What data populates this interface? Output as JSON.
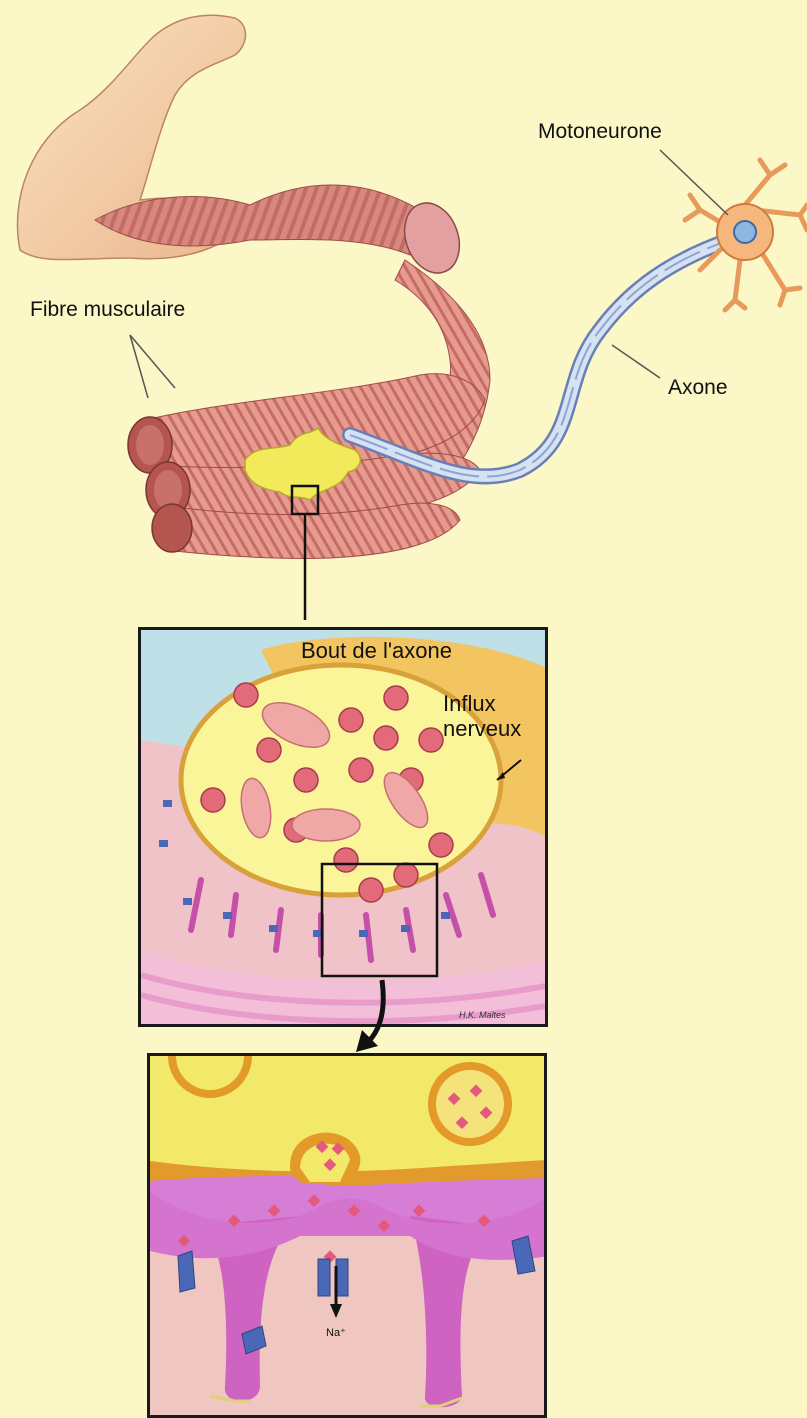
{
  "labels": {
    "motoneurone": "Motoneurone",
    "fibre_musculaire": "Fibre musculaire",
    "axone": "Axone",
    "bout_axone": "Bout de l'axone",
    "influx_line1": "Influx",
    "influx_line2": "nerveux",
    "ion": "Na⁺",
    "signature": "H.K. Maltes"
  },
  "colors": {
    "background": "#fbf7c6",
    "muscle": "#c9776e",
    "axon_terminal": "#f5ef7a",
    "postsynaptic": "#d46fc8",
    "receptor": "#4b68b8",
    "vesicle": "#e36a78"
  }
}
